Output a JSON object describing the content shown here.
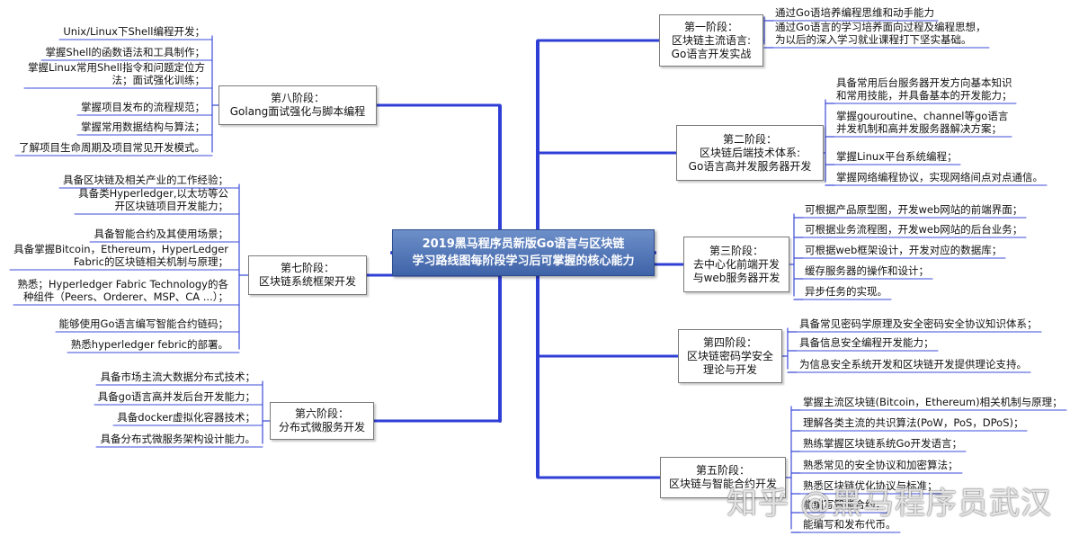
{
  "center": {
    "line1": "2019黑马程序员新版Go语言与区块链",
    "line2": "学习路线图每阶段学习后可掌握的核心能力"
  },
  "stages": {
    "s1": {
      "title": [
        "第一阶段：",
        "区块链主流语言:",
        "Go语言开发实战"
      ],
      "items": [
        [
          "通过Go语培养编程思维和动手能力"
        ],
        [
          "通过Go语言的学习培养面向过程及编程思想，",
          "为以后的深入学习就业课程打下坚实基础。"
        ]
      ]
    },
    "s2": {
      "title": [
        "第二阶段：",
        "区块链后端技术体系:",
        "Go语言高并发服务器开发"
      ],
      "items": [
        [
          "具备常用后台服务器开发方向基本知识",
          "和常用技能，并具备基本的开发能力；"
        ],
        [
          "掌握gouroutine、channel等go语言",
          "并发机制和高并发服务器解决方案；"
        ],
        [
          "掌握Linux平台系统编程；"
        ],
        [
          "掌握网络编程协议，实现网络间点对点通信。"
        ]
      ]
    },
    "s3": {
      "title": [
        "第三阶段：",
        "去中心化前端开发",
        "与web服务器开发"
      ],
      "items": [
        [
          "可根据产品原型图，开发web网站的前端界面；"
        ],
        [
          "可根据业务流程图，开发web网站的后台业务；"
        ],
        [
          "可根据web框架设计，开发对应的数据库；"
        ],
        [
          "缓存服务器的操作和设计；"
        ],
        [
          "异步任务的实现。"
        ]
      ]
    },
    "s4": {
      "title": [
        "第四阶段：",
        "区块链密码学安全",
        "理论与开发"
      ],
      "items": [
        [
          "具备常见密码学原理及安全密码安全协议知识体系；"
        ],
        [
          "具备信息安全编程开发能力；"
        ],
        [
          "为信息安全系统开发和区块链开发提供理论支持。"
        ]
      ]
    },
    "s5": {
      "title": [
        "第五阶段：",
        "区块链与智能合约开发"
      ],
      "items": [
        [
          "掌握主流区块链(Bitcoin，Ethereum)相关机制与原理；"
        ],
        [
          "理解各类主流的共识算法(PoW，PoS，DPoS)；"
        ],
        [
          "熟练掌握区块链系统Go开发语言；"
        ],
        [
          "熟悉常见的安全协议和加密算法；"
        ],
        [
          "熟悉区块链优化协议与标准；"
        ],
        [
          "能编写智能合约；"
        ],
        [
          "能编写和发布代币。"
        ]
      ]
    },
    "s6": {
      "title": [
        "第六阶段：",
        "分布式微服务开发"
      ],
      "items": [
        [
          "具备市场主流大数据分布式技术；"
        ],
        [
          "具备go语言高并发后台开发能力；"
        ],
        [
          "具备docker虚拟化容器技术；"
        ],
        [
          "具备分布式微服务架构设计能力。"
        ]
      ]
    },
    "s7": {
      "title": [
        "第七阶段：",
        "区块链系统框架开发"
      ],
      "items": [
        [
          "具备区块链及相关产业的工作经验；"
        ],
        [
          "具备类Hyperledger,以太坊等公",
          "开区块链项目开发能力；"
        ],
        [
          "具备智能合约及其使用场景；"
        ],
        [
          "具备掌握Bitcoin，Ethereum，HyperLedger",
          "Fabric的区块链相关机制与原理；"
        ],
        [
          "熟悉；Hyperledger Fabric Technology的各",
          "种组件（Peers、Orderer、MSP、CA ...）；"
        ],
        [
          "能够使用Go语言编写智能合约链码；"
        ],
        [
          "熟悉hyperledger febric的部署。"
        ]
      ]
    },
    "s8": {
      "title": [
        "第八阶段：",
        "Golang面试强化与脚本编程"
      ],
      "items": [
        [
          "Unix/Linux下Shell编程开发；"
        ],
        [
          "掌握Shell的函数语法和工具制作；"
        ],
        [
          "掌握Linux常用Shell指令和问题定位方",
          "法；面试强化训练；"
        ],
        [
          "掌握项目发布的流程规范；"
        ],
        [
          "掌握常用数据结构与算法；"
        ],
        [
          "了解项目生命周期及项目常见开发模式。"
        ]
      ]
    }
  },
  "watermark": "知乎 @黑马程序员武汉",
  "colors": {
    "trunk": "#2f3fd6",
    "twig": "#3b4bd8",
    "center_fill": "#4a6db3"
  }
}
